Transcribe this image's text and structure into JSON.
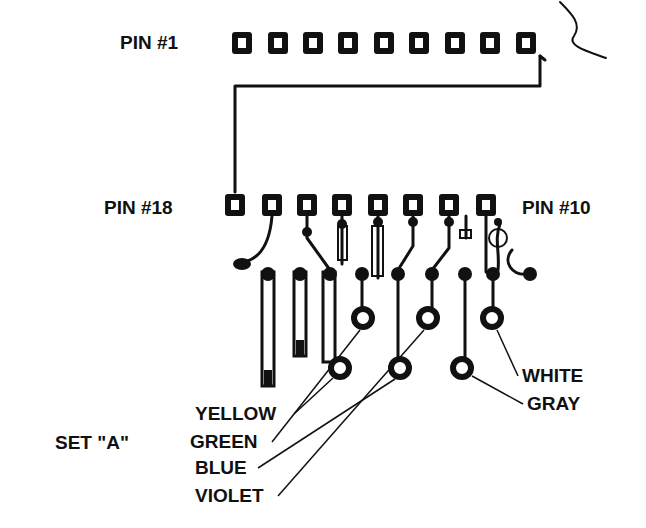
{
  "diagram": {
    "labels": [
      "PIN #1",
      "PIN #18",
      "PIN #10",
      "YELLOW",
      "GREEN",
      "BLUE",
      "VIOLET",
      "WHITE",
      "GRAY",
      "SET \"A\""
    ]
  }
}
